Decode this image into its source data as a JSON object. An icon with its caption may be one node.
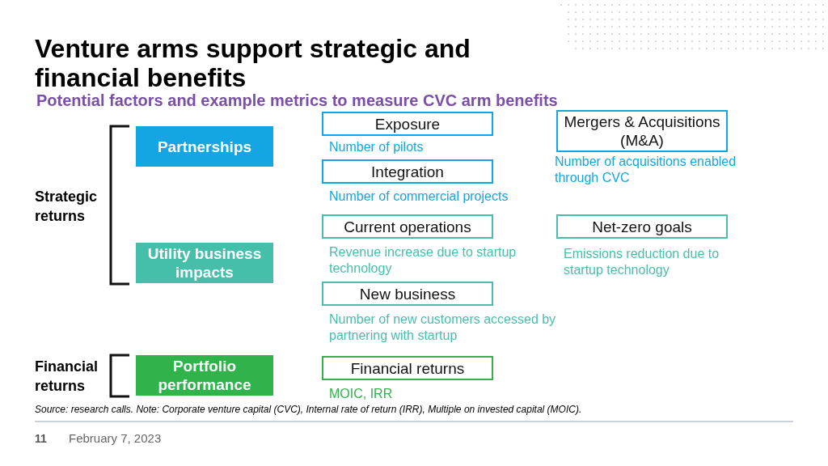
{
  "diagram": {
    "title": "Venture arms support strategic and financial benefits",
    "nodes": [
      {
        "text": [
          "Partnerships"
        ]
      },
      {
        "text": [
          "Utility business impacts"
        ]
      },
      {
        "text": [
          "Portfolio performance"
        ]
      },
      {
        "text": [
          "Exposure"
        ],
        "beside": [
          "Number of pilots"
        ]
      },
      {
        "text": [
          "Integration"
        ],
        "beside": [
          "Number of commercial projects"
        ]
      },
      {
        "text": [
          "Mergers & Acquisitions (M&A)"
        ],
        "beside": [
          "Number of acquisitions enabled through CVC"
        ]
      },
      {
        "text": [
          "Current operations"
        ],
        "beside": [
          "Revenue increase due to startup technology"
        ]
      },
      {
        "text": [
          "Net-zero goals"
        ],
        "beside": [
          "Emissions reduction due to startup technology"
        ]
      },
      {
        "text": [
          "New business"
        ],
        "beside": [
          "Number of new customers accessed by partnering with startup"
        ]
      },
      {
        "text": [
          "Financial returns"
        ],
        "beside": [
          "MOIC, IRR"
        ]
      }
    ],
    "edges": [],
    "labels": [
      "Potential factors and example metrics to measure CVC arm benefits",
      "Strategic returns",
      "Financial returns",
      "Source: research calls. Note: Corporate venture capital (CVC), Internal rate of return (IRR), Multiple on invested capital (MOIC).",
      "11",
      "February 7, 2023"
    ]
  }
}
